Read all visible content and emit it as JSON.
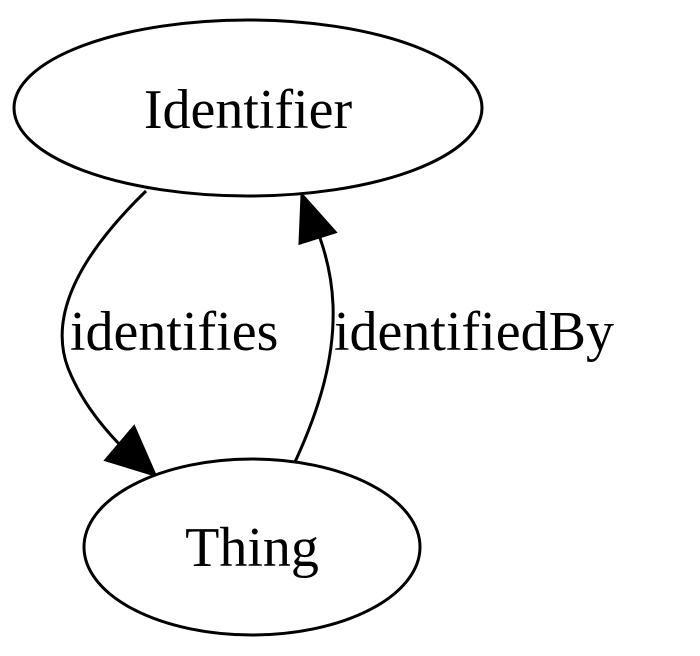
{
  "diagram": {
    "nodes": {
      "identifier": {
        "label": "Identifier"
      },
      "thing": {
        "label": "Thing"
      }
    },
    "edges": {
      "identifies": {
        "label": "identifies",
        "from": "Identifier",
        "to": "Thing"
      },
      "identified_by": {
        "label": "identifiedBy",
        "from": "Thing",
        "to": "Identifier"
      }
    },
    "colors": {
      "stroke": "#000000",
      "fill": "#ffffff",
      "text": "#000000"
    }
  }
}
